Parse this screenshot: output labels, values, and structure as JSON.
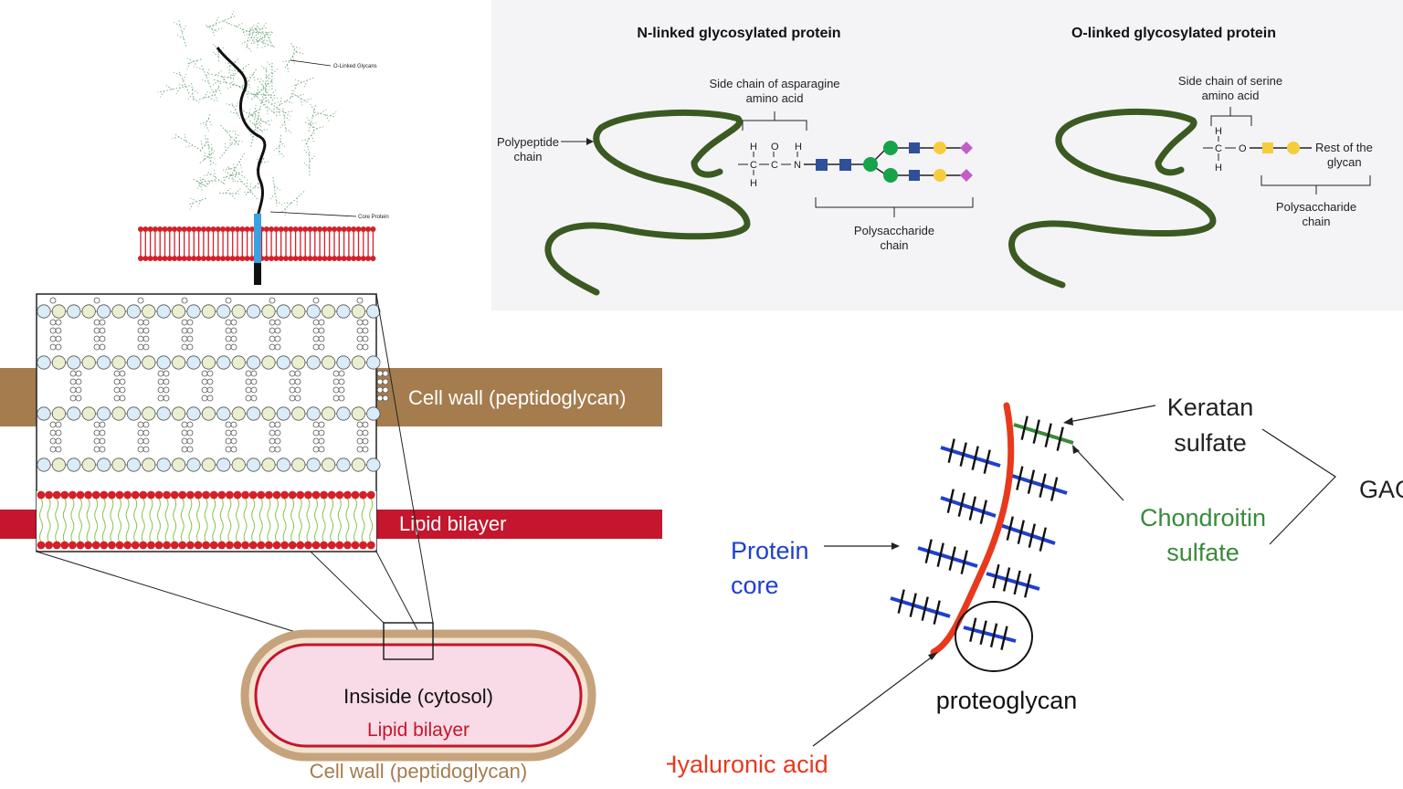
{
  "glyco": {
    "n_title": "N-linked glycosylated protein",
    "o_title": "O-linked glycosylated protein",
    "n_side_chain_1": "Side chain of asparagine",
    "n_side_chain_2": "amino acid",
    "polypeptide_1": "Polypeptide",
    "polypeptide_2": "chain",
    "n_poly_1": "Polysaccharide",
    "n_poly_2": "chain",
    "o_side_chain_1": "Side chain of serine",
    "o_side_chain_2": "amino acid",
    "rest_1": "Rest of the",
    "rest_2": "glycan",
    "o_poly_1": "Polysaccharide",
    "o_poly_2": "chain",
    "atoms": {
      "H": "H",
      "O": "O",
      "C": "C",
      "N": "N"
    },
    "colors": {
      "chain": "#3b5a22",
      "blue_square": "#2f4f99",
      "green_circle": "#16a34a",
      "yellow": "#f5cd3c",
      "magenta_diamond": "#c25dc9"
    }
  },
  "glycan_top": {
    "o_linked": "O-Linked Glycans",
    "core_protein": "Core Protein"
  },
  "cell": {
    "cell_wall": "Cell wall (peptidoglycan)",
    "lipid_bilayer": "Lipid bilayer",
    "inside": "Insiside (cytosol)",
    "inner_lipid": "Lipid bilayer",
    "inner_wall": "Cell wall (peptidoglycan)",
    "colors": {
      "wall": "#a57c4e",
      "bilayer": "#c4162c",
      "cytosol": "#f8dbe6"
    }
  },
  "proteoglycan": {
    "keratan_1": "Keratan",
    "keratan_2": "sulfate",
    "chondroitin_1": "Chondroitin",
    "chondroitin_2": "sulfate",
    "gag": "GAG",
    "protein_1": "Protein",
    "protein_2": "core",
    "proteoglycan": "proteoglycan",
    "hyaluronic": "Hyaluronic acid",
    "colors": {
      "hyaluronic": "#e8391d",
      "core": "#1f3fcf",
      "chondroitin": "#3a8a3a"
    }
  }
}
